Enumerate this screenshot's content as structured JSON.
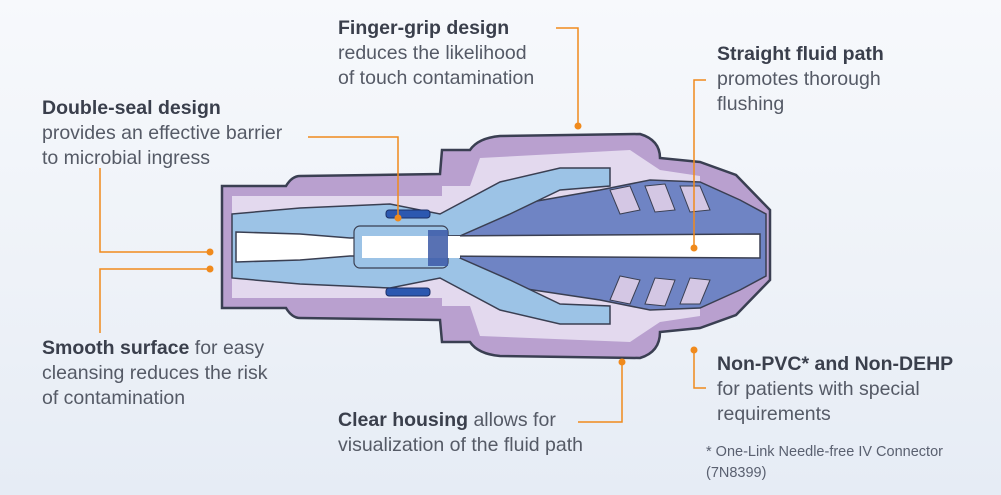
{
  "callouts": {
    "finger_grip": {
      "title": "Finger-grip design",
      "line1": "reduces the likelihood",
      "line2": "of touch contamination"
    },
    "straight_path": {
      "title": "Straight fluid path",
      "line1": "promotes thorough",
      "line2": "flushing"
    },
    "double_seal": {
      "title": "Double-seal design",
      "line1": "provides an effective barrier",
      "line2": "to microbial ingress"
    },
    "smooth_surface": {
      "title": "Smooth surface",
      "line1_rest": " for easy",
      "line2": "cleansing reduces the risk",
      "line3": "of contamination"
    },
    "non_pvc": {
      "title": "Non-PVC* and Non-DEHP",
      "line1": "for patients with special",
      "line2": "requirements"
    },
    "clear_housing": {
      "title": "Clear housing",
      "line1_rest": " allows for",
      "line2": "visualization of the fluid path"
    }
  },
  "footnote": {
    "line1": "* One-Link Needle-free IV Connector",
    "line2": "(7N8399)"
  },
  "colors": {
    "leader": "#f08a1c",
    "outline": "#3a3f52",
    "housing_outer": "#b9a0cf",
    "housing_inner": "#e3d9ee",
    "core_blue": "#6f84c4",
    "light_blue": "#9cc3e6",
    "seal_blue": "#2c58b0"
  }
}
